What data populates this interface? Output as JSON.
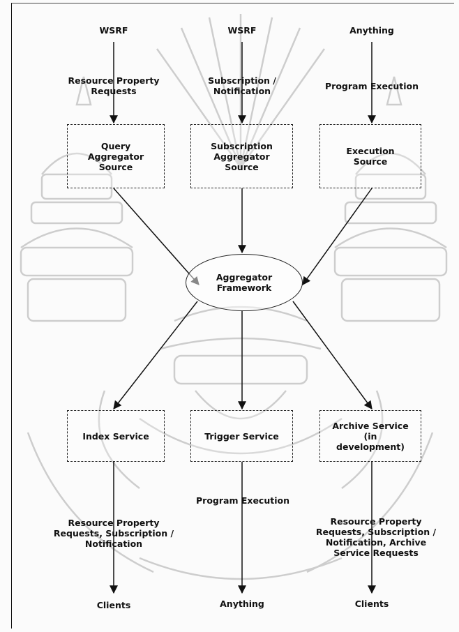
{
  "sources": {
    "left": "WSRF",
    "center": "WSRF",
    "right": "Anything"
  },
  "input_labels": {
    "left": "Resource Property\nRequests",
    "center": "Subscription /\nNotification",
    "right": "Program Execution"
  },
  "top_boxes": {
    "query": "Query\nAggregator\nSource",
    "subscription": "Subscription\nAggregator\nSource",
    "execution": "Execution\nSource"
  },
  "framework": "Aggregator\nFramework",
  "bottom_boxes": {
    "index": "Index Service",
    "trigger": "Trigger Service",
    "archive": "Archive Service\n(in\ndevelopment)"
  },
  "output_labels": {
    "left": "Resource Property\nRequests, Subscription /\nNotification",
    "center": "Program Execution",
    "right": "Resource Property\nRequests, Subscription /\nNotification, Archive\nService Requests"
  },
  "sinks": {
    "left": "Clients",
    "center": "Anything",
    "right": "Clients"
  },
  "colors": {
    "watermark": "#c9c9c9",
    "stroke": "#111111"
  }
}
